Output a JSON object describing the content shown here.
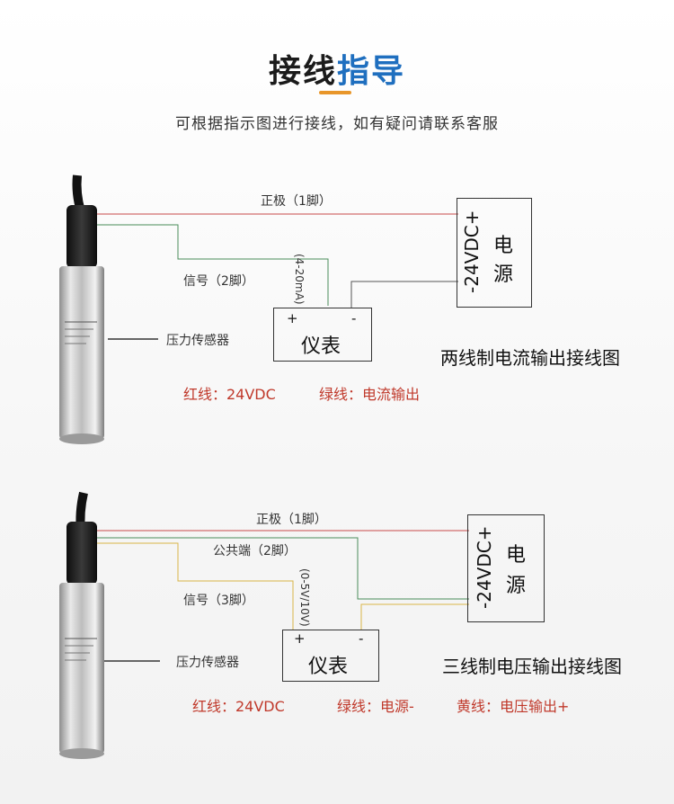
{
  "header": {
    "title_part1": "接线",
    "title_part2": "指导",
    "subtitle": "可根据指示图进行接线，如有疑问请联系客服"
  },
  "diagram1": {
    "positive_label": "正极（1脚）",
    "signal_label": "信号（2脚）",
    "range_label": "(4-20mA)",
    "sensor_label": "压力传感器",
    "meter_label": "仪表",
    "meter_plus": "+",
    "meter_minus": "-",
    "psu_voltage": "-24VDC+",
    "psu_char1": "电",
    "psu_char2": "源",
    "caption": "两线制电流输出接线图",
    "red_note": "红线：24VDC",
    "green_note": "绿线：电流输出"
  },
  "diagram2": {
    "positive_label": "正极（1脚）",
    "common_label": "公共端（2脚）",
    "signal_label": "信号（3脚）",
    "range_label": "(0-5V/10V)",
    "sensor_label": "压力传感器",
    "meter_label": "仪表",
    "meter_plus": "+",
    "meter_minus": "-",
    "psu_voltage": "-24VDC+",
    "psu_char1": "电",
    "psu_char2": "源",
    "caption": "三线制电压输出接线图",
    "red_note": "红线：24VDC",
    "green_note": "绿线：电源-",
    "yellow_note": "黄线：电压输出+"
  },
  "colors": {
    "wire_red": "#c94b4b",
    "wire_green": "#4a8c5a",
    "wire_yellow": "#d9b548",
    "title_blue": "#1f6fbf",
    "accent_orange": "#e8962a"
  }
}
